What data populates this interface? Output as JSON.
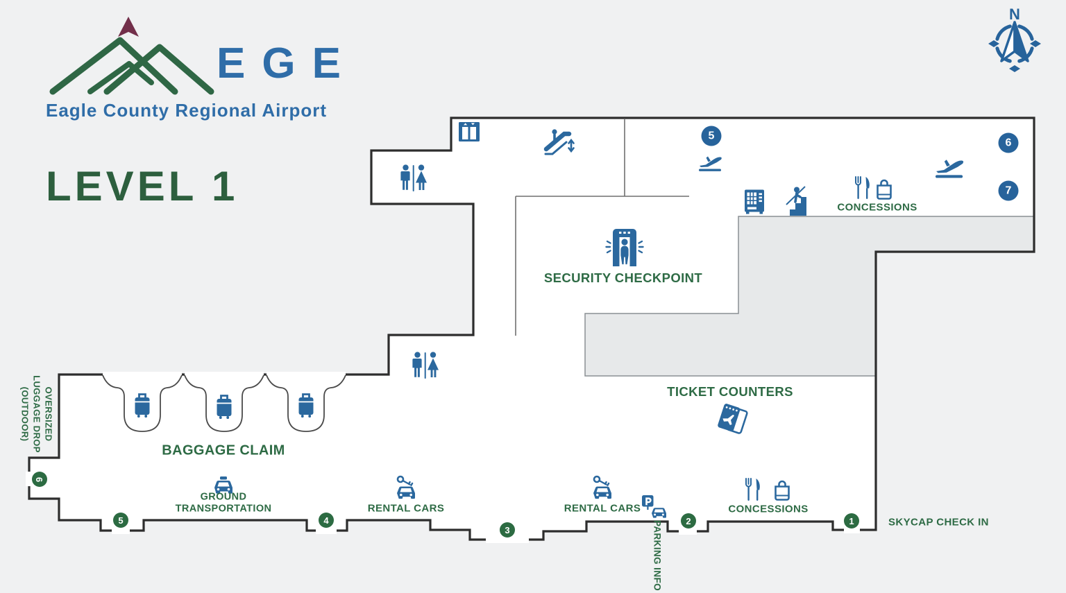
{
  "header": {
    "airport_code": "EGE",
    "airport_name": "Eagle County Regional Airport",
    "level_title": "LEVEL 1",
    "compass_label": "N"
  },
  "map": {
    "labels": {
      "security_checkpoint": "SECURITY CHECKPOINT",
      "ticket_counters": "TICKET COUNTERS",
      "baggage_claim": "BAGGAGE CLAIM",
      "ground_transportation": "GROUND TRANSPORTATION",
      "rental_cars_left": "RENTAL CARS",
      "rental_cars_right": "RENTAL CARS",
      "concessions_upper": "CONCESSIONS",
      "concessions_lower": "CONCESSIONS",
      "skycap_check_in": "SKYCAP CHECK IN",
      "parking_info": "PARKING INFO",
      "oversized_line1": "OVERSIZED",
      "oversized_line2": "LUGGAGE DROP",
      "oversized_line3": "(OUTDOOR)"
    },
    "door_circles": [
      {
        "number": "1"
      },
      {
        "number": "2"
      },
      {
        "number": "3"
      },
      {
        "number": "4"
      },
      {
        "number": "5"
      },
      {
        "number": "6"
      }
    ],
    "gate_circles": [
      {
        "number": "5"
      },
      {
        "number": "6"
      },
      {
        "number": "7"
      }
    ],
    "icons": [
      "elevator-icon",
      "escalator-icon",
      "restroom-icon",
      "departures-plane-icon",
      "vending-machine-icon",
      "stairs-icon",
      "fork-knife-icon",
      "shopping-bag-icon",
      "security-scanner-icon",
      "boarding-pass-icon",
      "luggage-icon",
      "taxi-icon",
      "rental-car-key-icon",
      "parking-sign-icon",
      "compass-rose-icon"
    ]
  },
  "colors": {
    "icon_blue": "#2b689e",
    "label_green": "#2e6b45",
    "door_circle_green": "#2c6b42",
    "gate_circle_blue": "#27639b",
    "brand_blue": "#2f6da8",
    "brand_green": "#2f6745",
    "logo_accent_maroon": "#722f4a",
    "wall": "#2d2d2d",
    "background": "#f0f1f2",
    "interior_white": "#ffffff",
    "shaded_area": "#e7e9ea"
  }
}
